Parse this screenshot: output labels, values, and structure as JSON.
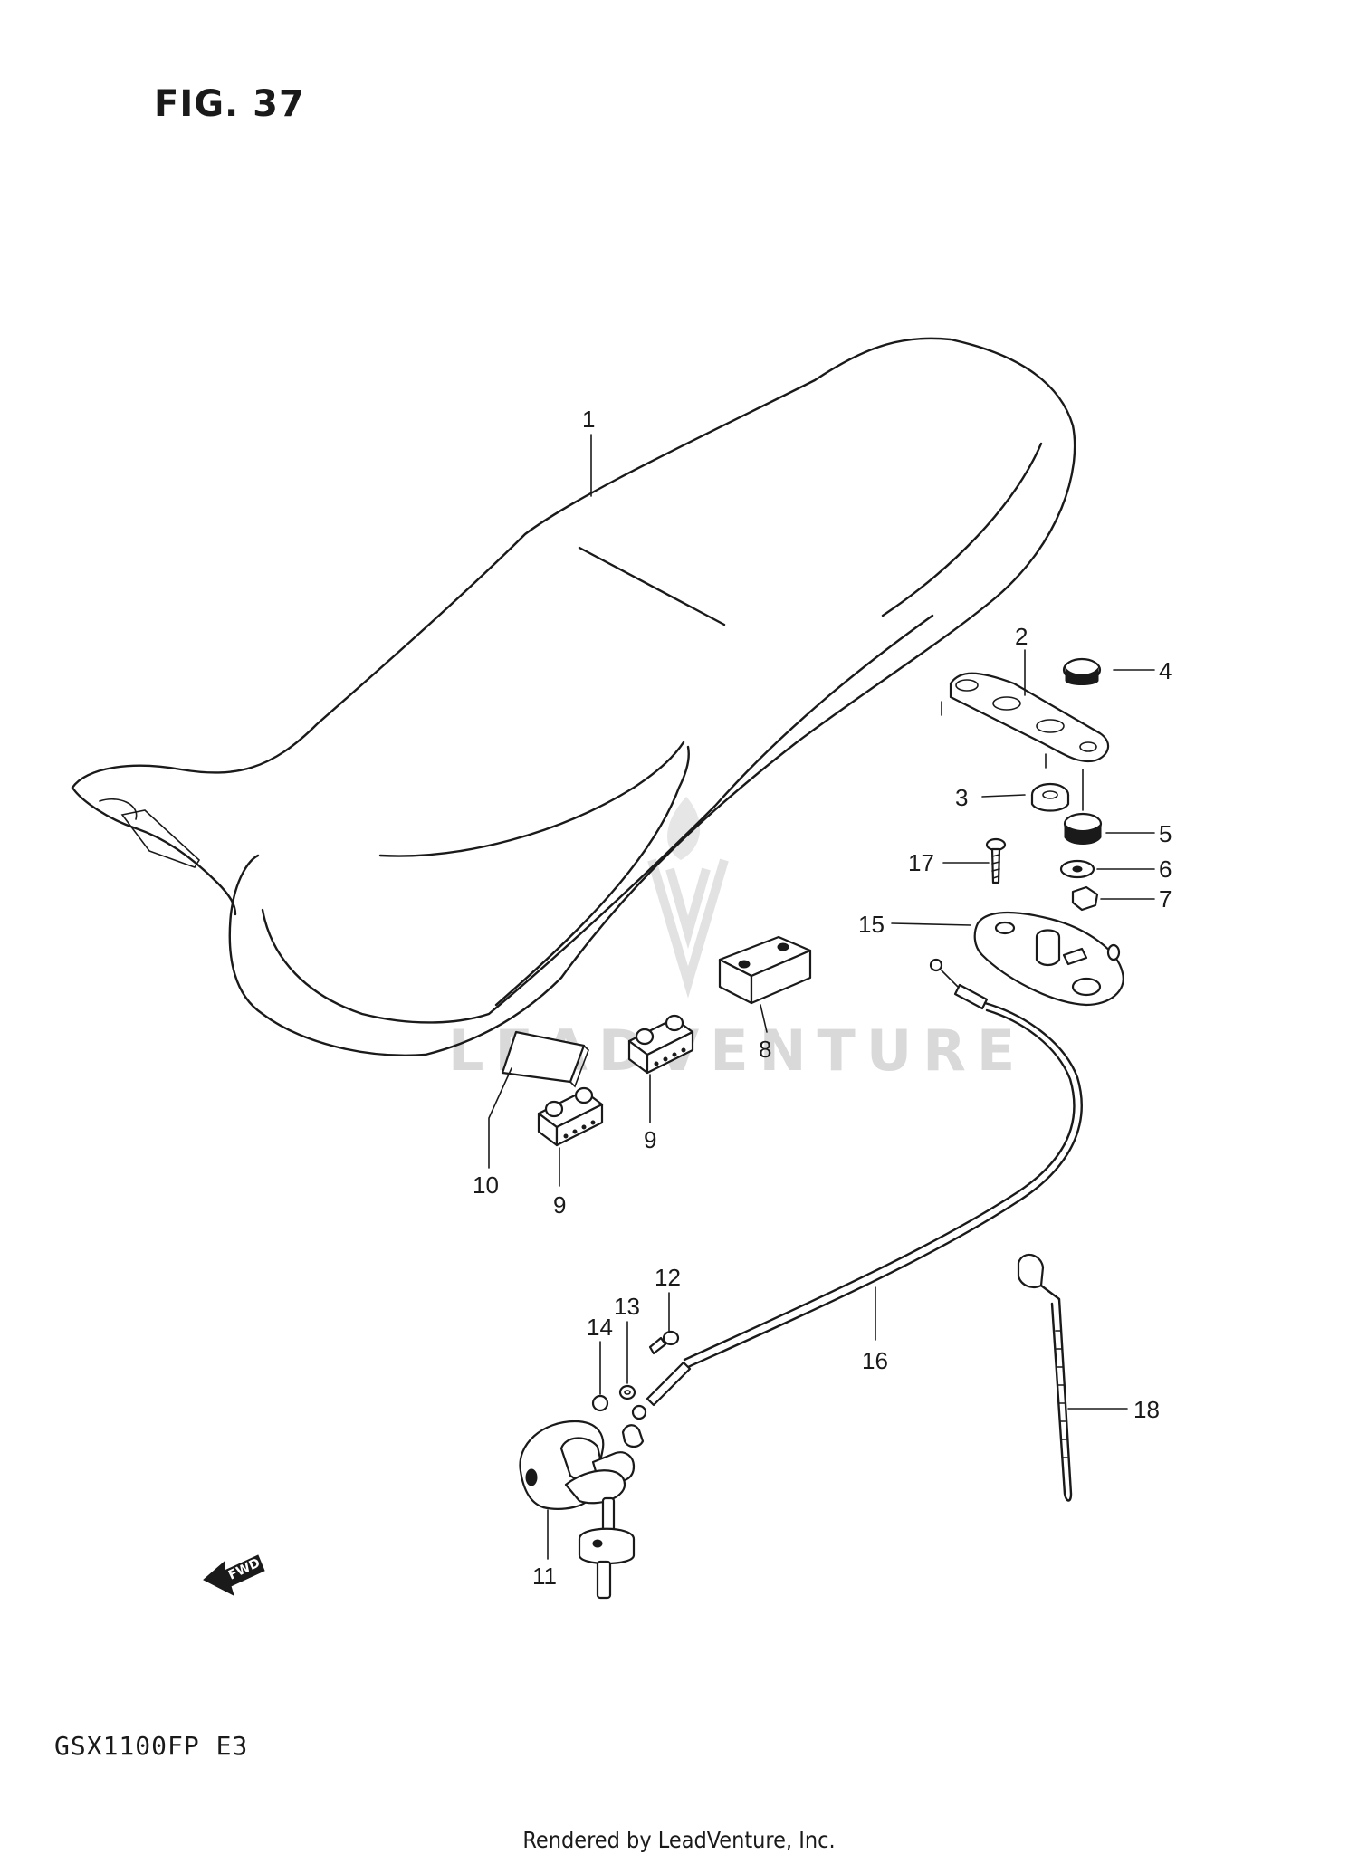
{
  "figure": {
    "title": "FIG. 37",
    "model": "GSX1100FP  E3"
  },
  "footer": "Rendered by LeadVenture, Inc.",
  "watermark": "LEADVENTURE",
  "fwd_label": "FWD",
  "callouts": [
    "1",
    "2",
    "3",
    "4",
    "5",
    "6",
    "7",
    "8",
    "9",
    "9",
    "10",
    "11",
    "12",
    "13",
    "14",
    "15",
    "16",
    "17",
    "18"
  ]
}
